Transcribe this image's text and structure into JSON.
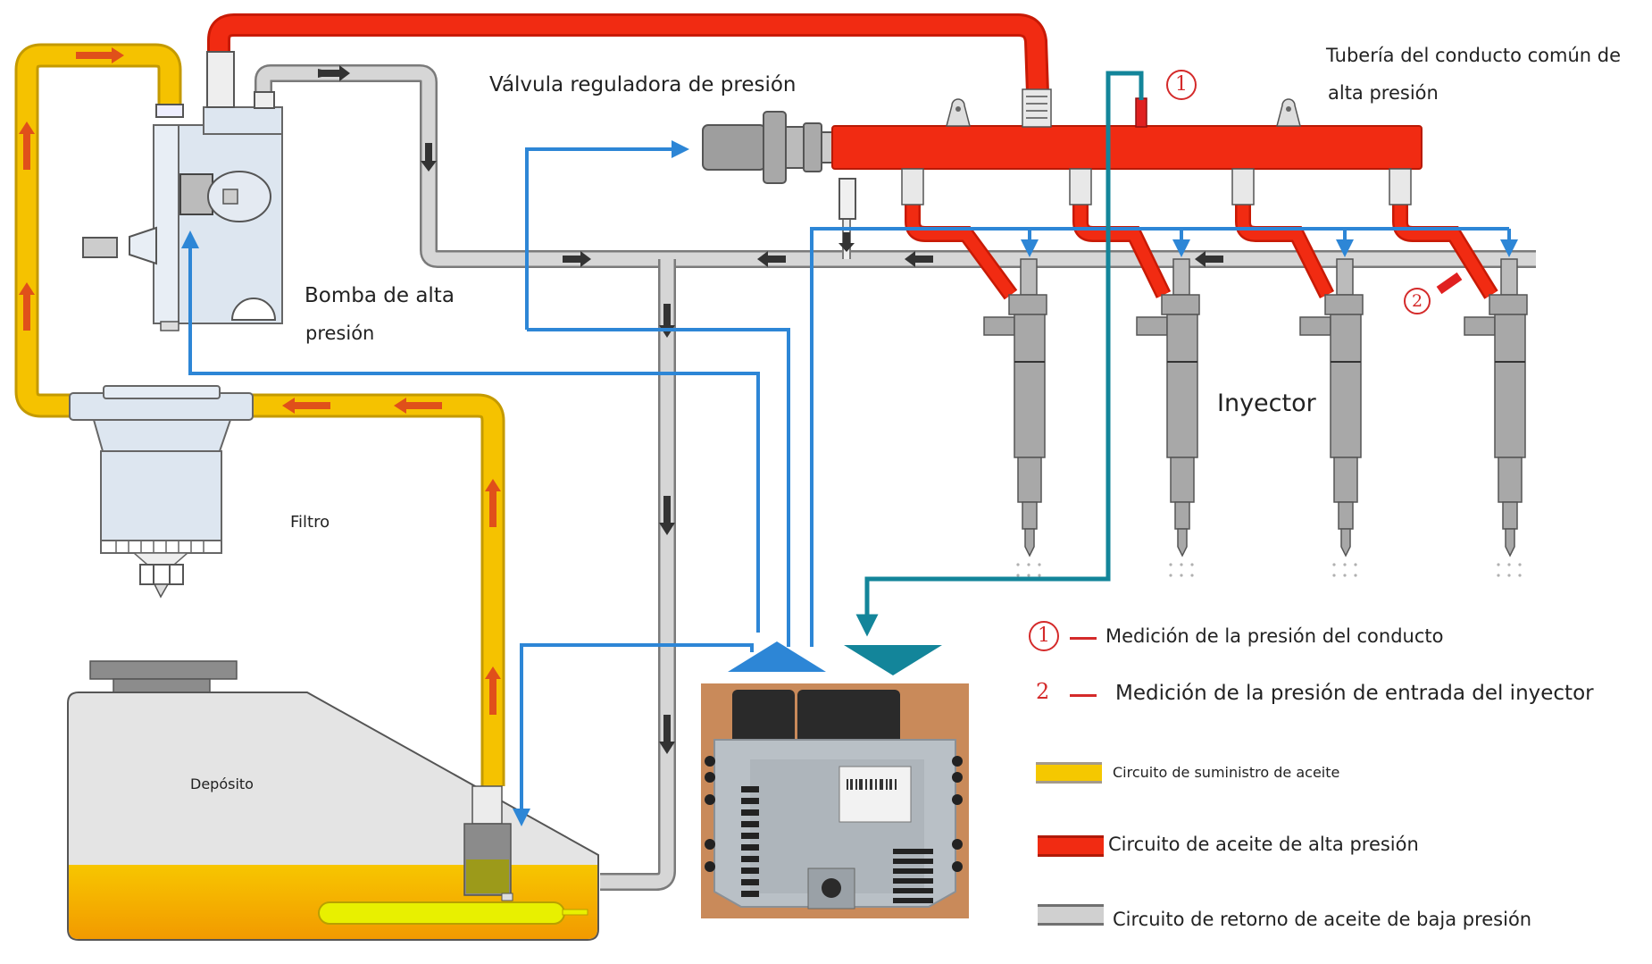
{
  "labels": {
    "rail_title_line1": "Tubería del conducto común de",
    "rail_title_line2": "alta presión",
    "valve": "Válvula reguladora de presión",
    "pump_line1": "Bomba de alta",
    "pump_line2": "presión",
    "filter": "Filtro",
    "tank": "Depósito",
    "injector": "Inyector"
  },
  "markers": {
    "m1": "1",
    "m2": "2"
  },
  "measurements": [
    {
      "symbol": "1",
      "style": "circled",
      "text": "Medición de la presión del conducto"
    },
    {
      "symbol": "2",
      "style": "plain",
      "text": "Medición de la presión de entrada del inyector"
    }
  ],
  "legend": [
    {
      "name": "supply",
      "label": "Circuito de suministro de aceite",
      "color": "#f5c800"
    },
    {
      "name": "high-pressure",
      "label": "Circuito de aceite de alta presión",
      "color": "#ee2a10"
    },
    {
      "name": "low-pressure-return",
      "label": "Circuito de retorno de aceite de baja presión",
      "color": "#d0d0d0"
    }
  ],
  "colors": {
    "supply_pipe": "#f5c200",
    "supply_arrow": "#e0501a",
    "high_pressure": "#f12b12",
    "return_pipe": "#d6d6d6",
    "return_edge": "#808080",
    "signal_blue": "#2d86d6",
    "sensor_teal": "#13859a",
    "marker_red": "#d42a2a",
    "component_body": "#dde6f0",
    "tank_body": "#e4e4e4",
    "tank_fuel": "#f6b400",
    "ecu_bg": "#c98a5a"
  },
  "injector_count": 4
}
